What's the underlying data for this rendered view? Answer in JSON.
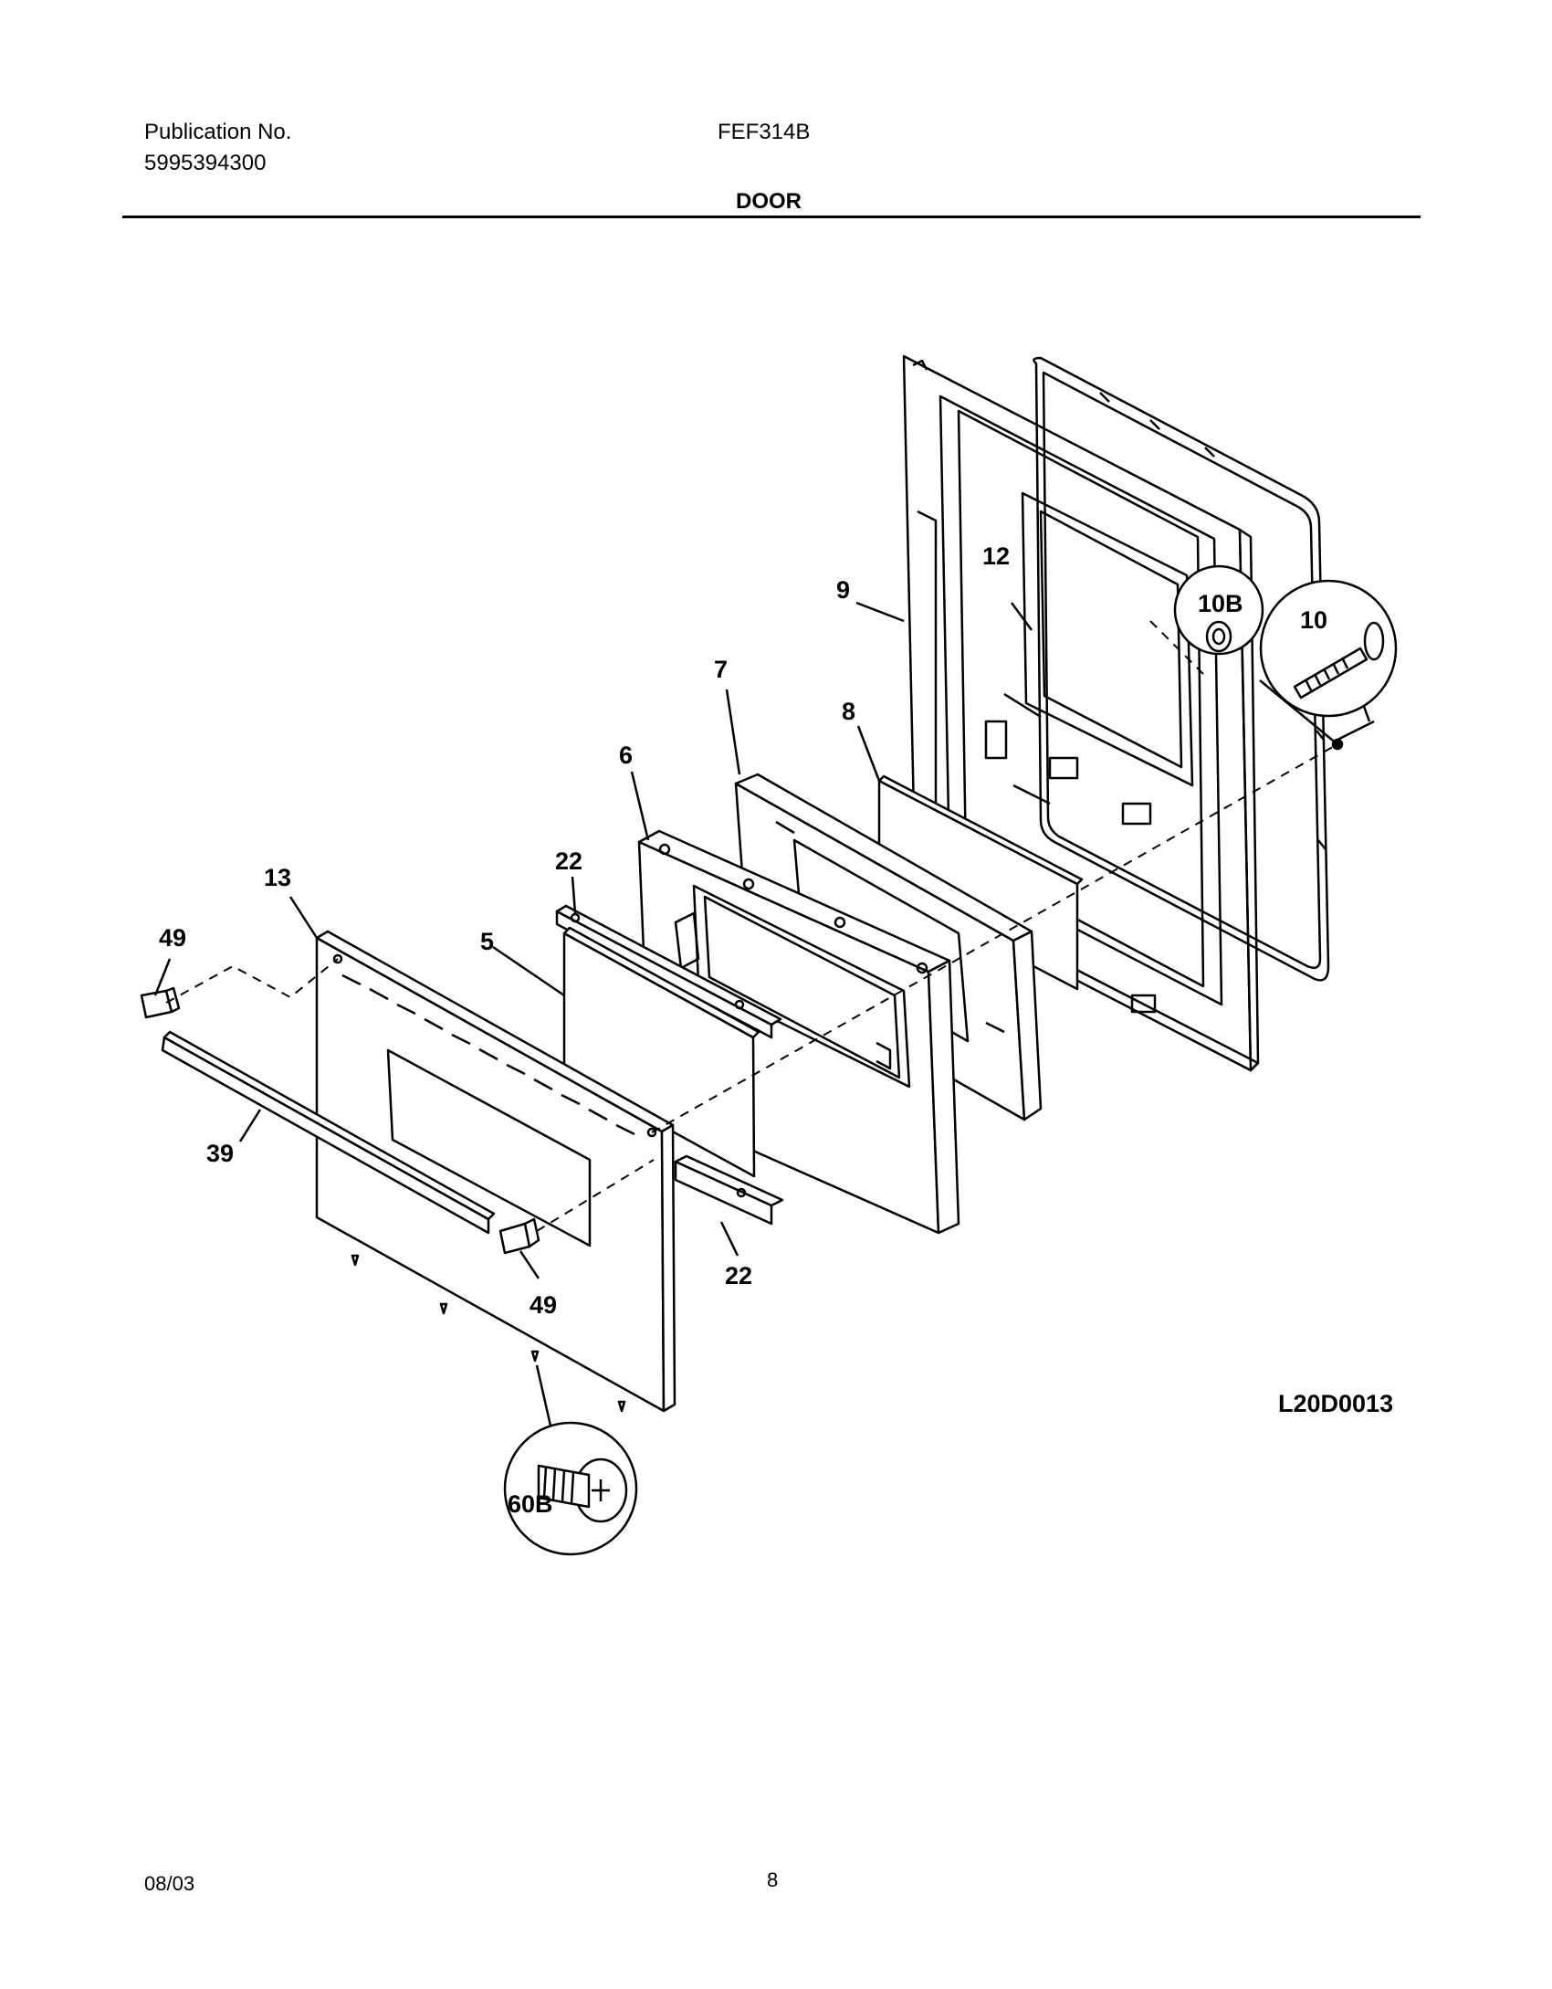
{
  "header": {
    "publication_label": "Publication No.",
    "publication_number": "5995394300",
    "model": "FEF314B",
    "section_title": "DOOR"
  },
  "diagram": {
    "drawing_code": "L20D0013",
    "callouts": {
      "p12": "12",
      "p9": "9",
      "p10b": "10B",
      "p10": "10",
      "p7": "7",
      "p8": "8",
      "p6": "6",
      "p22a": "22",
      "p13": "13",
      "p49a": "49",
      "p5": "5",
      "p39": "39",
      "p22b": "22",
      "p49b": "49",
      "p60b": "60B"
    }
  },
  "footer": {
    "date": "08/03",
    "page_number": "8"
  }
}
